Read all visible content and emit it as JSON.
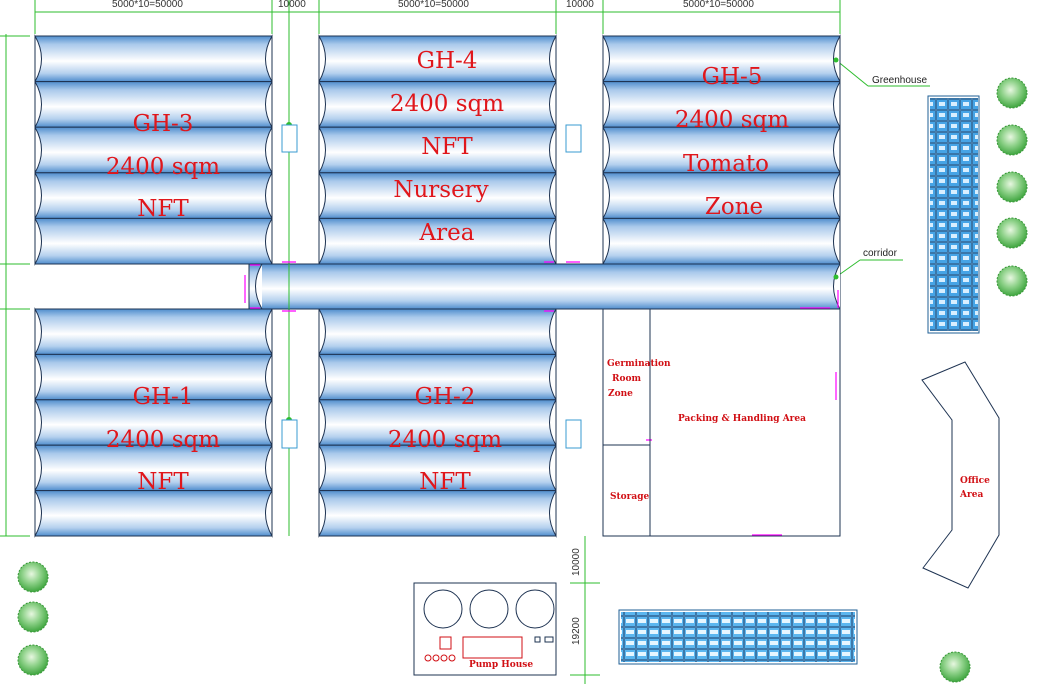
{
  "dimensions": {
    "top_gh": "5000*10=50000",
    "top_gap": "10000",
    "bottom_gap": "10000",
    "bottom_pump": "19200"
  },
  "callouts": {
    "greenhouse": "Greenhouse",
    "corridor": "corridor"
  },
  "greenhouses": {
    "gh3": [
      "GH-3",
      "2400 sqm",
      "NFT"
    ],
    "gh4": [
      "GH-4",
      "2400 sqm",
      "NFT",
      "Nursery",
      "Area"
    ],
    "gh5": [
      "GH-5",
      "2400 sqm",
      "Tomato",
      "Zone"
    ],
    "gh1": [
      "GH-1",
      "2400 sqm",
      "NFT"
    ],
    "gh2": [
      "GH-2",
      "2400 sqm",
      "NFT"
    ]
  },
  "rooms": {
    "germination": [
      "Germination",
      "Room",
      "Zone"
    ],
    "storage": "Storage",
    "packing": "Packing & Handling Area",
    "office": [
      "Office",
      "Area"
    ],
    "pump_house": "Pump House"
  },
  "colors": {
    "label_red": "#e0161b",
    "dimension_green": "#2ebd2e",
    "tube_edge": "#1e3352",
    "tube_highlight": "#ffffff",
    "tube_shade": "#4f8dcd",
    "panel_blue": "#46a4e6",
    "tree_green": "#3fa53f",
    "magenta": "#ff00ff"
  }
}
